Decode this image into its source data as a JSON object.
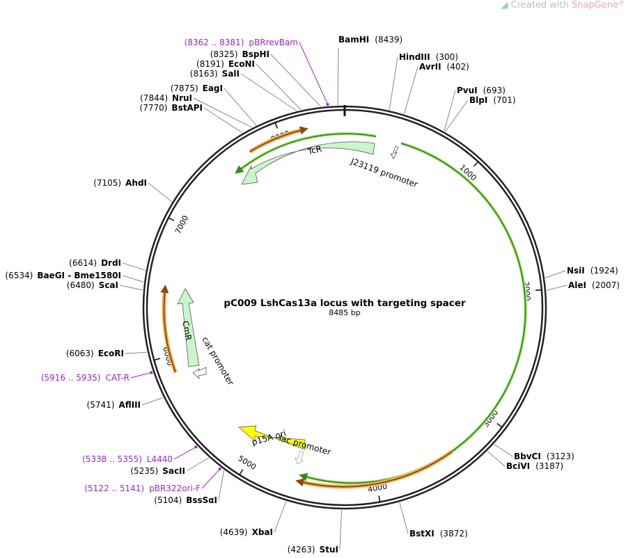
{
  "watermark": {
    "prefix": "Created with ",
    "brand": "SnapGene",
    "mark": "®"
  },
  "plasmid": {
    "name": "pC009 LshCas13a locus with targeting spacer",
    "length_label": "8485 bp",
    "length": 8485
  },
  "ticks": [
    {
      "pos": 1000,
      "label": "1000"
    },
    {
      "pos": 2000,
      "label": "2000"
    },
    {
      "pos": 3000,
      "label": "3000"
    },
    {
      "pos": 4000,
      "label": "4000"
    },
    {
      "pos": 5000,
      "label": "5000"
    },
    {
      "pos": 6000,
      "label": "6000"
    },
    {
      "pos": 7000,
      "label": "7000"
    },
    {
      "pos": 8000,
      "label": "8000"
    }
  ],
  "sites": [
    {
      "name": "BamHI",
      "pos_label": "(8439)",
      "pos": 8439
    },
    {
      "name": "HindIII",
      "pos_label": "(300)",
      "pos": 300
    },
    {
      "name": "AvrII",
      "pos_label": "(402)",
      "pos": 402
    },
    {
      "name": "PvuI",
      "pos_label": "(693)",
      "pos": 693
    },
    {
      "name": "BlpI",
      "pos_label": "(701)",
      "pos": 701
    },
    {
      "name": "NsiI",
      "pos_label": "(1924)",
      "pos": 1924
    },
    {
      "name": "AleI",
      "pos_label": "(2007)",
      "pos": 2007
    },
    {
      "name": "BbvCI",
      "pos_label": "(3123)",
      "pos": 3123
    },
    {
      "name": "BciVI",
      "pos_label": "(3187)",
      "pos": 3187
    },
    {
      "name": "BstXI",
      "pos_label": "(3872)",
      "pos": 3872
    },
    {
      "name": "StuI",
      "pos_label": "(4263)",
      "pos": 4263
    },
    {
      "name": "XbaI",
      "pos_label": "(4639)",
      "pos": 4639
    },
    {
      "name": "BssSαI",
      "pos_label": "(5104)",
      "pos": 5104
    },
    {
      "name": "SacII",
      "pos_label": "(5235)",
      "pos": 5235
    },
    {
      "name": "AflIII",
      "pos_label": "(5741)",
      "pos": 5741
    },
    {
      "name": "EcoRI",
      "pos_label": "(6063)",
      "pos": 6063
    },
    {
      "name": "ScaI",
      "pos_label": "(6480)",
      "pos": 6480
    },
    {
      "name": "BaeGI - Bme1580I",
      "pos_label": "(6534)",
      "pos": 6534
    },
    {
      "name": "DrdI",
      "pos_label": "(6614)",
      "pos": 6614
    },
    {
      "name": "AhdI",
      "pos_label": "(7105)",
      "pos": 7105
    },
    {
      "name": "BstAPI",
      "pos_label": "(7770)",
      "pos": 7770
    },
    {
      "name": "NruI",
      "pos_label": "(7844)",
      "pos": 7844
    },
    {
      "name": "EagI",
      "pos_label": "(7875)",
      "pos": 7875
    },
    {
      "name": "SalI",
      "pos_label": "(8163)",
      "pos": 8163
    },
    {
      "name": "EcoNI",
      "pos_label": "(8191)",
      "pos": 8191
    },
    {
      "name": "BspHI",
      "pos_label": "(8325)",
      "pos": 8325
    }
  ],
  "primers": [
    {
      "name": "pBRrevBam",
      "range_label": "(8362 .. 8381)",
      "pos": 8372
    },
    {
      "name": "CAT-R",
      "range_label": "(5916 .. 5935)",
      "pos": 5925
    },
    {
      "name": "L4440",
      "range_label": "(5338 .. 5355)",
      "pos": 5346
    },
    {
      "name": "pBR322ori-F",
      "range_label": "(5122 .. 5141)",
      "pos": 5131
    }
  ],
  "features": [
    {
      "name": "TcR",
      "kind": "gene"
    },
    {
      "name": "J23119 promoter",
      "kind": "promoter"
    },
    {
      "name": "CmR",
      "kind": "gene"
    },
    {
      "name": "cat promoter",
      "kind": "promoter"
    },
    {
      "name": "p15A ori",
      "kind": "origin"
    },
    {
      "name": "lac promoter",
      "kind": "promoter"
    }
  ],
  "colors": {
    "gene": "#ccf5cc",
    "origin": "#ffff00",
    "primer": "#9b27c7",
    "orf_green": "#3a8a1a",
    "orf_green_halo": "#c8eea0",
    "orf_orange": "#8a4a12",
    "orf_orange_halo": "#f5b860"
  }
}
